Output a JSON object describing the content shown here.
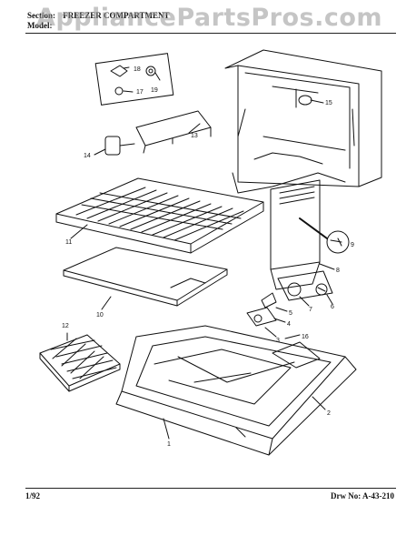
{
  "header": {
    "section_label": "Section:",
    "section_value": "FREEZER COMPARTMENT",
    "model_label": "Model:"
  },
  "watermark": "AppliancePartsPros.com",
  "footer": {
    "date": "1/92",
    "drawing_number": "Drw No: A-43-210"
  },
  "callouts": [
    "1",
    "2",
    "3",
    "4",
    "5",
    "6",
    "7",
    "8",
    "9",
    "10",
    "11",
    "12",
    "13",
    "14",
    "15",
    "16",
    "17",
    "18",
    "19"
  ],
  "colors": {
    "ink": "#111111",
    "watermark": "#969696",
    "background": "#ffffff"
  }
}
